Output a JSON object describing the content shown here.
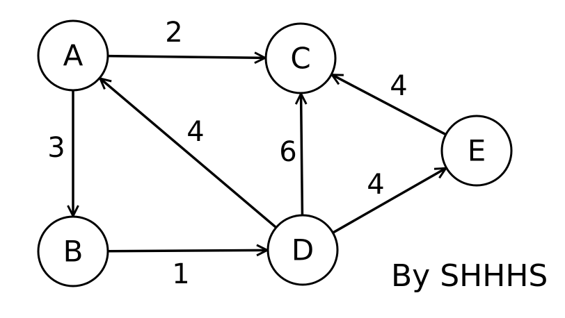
{
  "graph": {
    "nodes": [
      {
        "id": "A",
        "label": "A"
      },
      {
        "id": "B",
        "label": "B"
      },
      {
        "id": "C",
        "label": "C"
      },
      {
        "id": "D",
        "label": "D"
      },
      {
        "id": "E",
        "label": "E"
      }
    ],
    "edges": [
      {
        "from": "A",
        "to": "C",
        "weight": "2"
      },
      {
        "from": "A",
        "to": "B",
        "weight": "3"
      },
      {
        "from": "D",
        "to": "A",
        "weight": "4"
      },
      {
        "from": "D",
        "to": "C",
        "weight": "6"
      },
      {
        "from": "E",
        "to": "C",
        "weight": "4"
      },
      {
        "from": "B",
        "to": "D",
        "weight": "1"
      },
      {
        "from": "D",
        "to": "E",
        "weight": "4"
      }
    ]
  },
  "credit": "By SHHHS",
  "colors": {
    "stroke": "#000000",
    "background": "#ffffff"
  }
}
